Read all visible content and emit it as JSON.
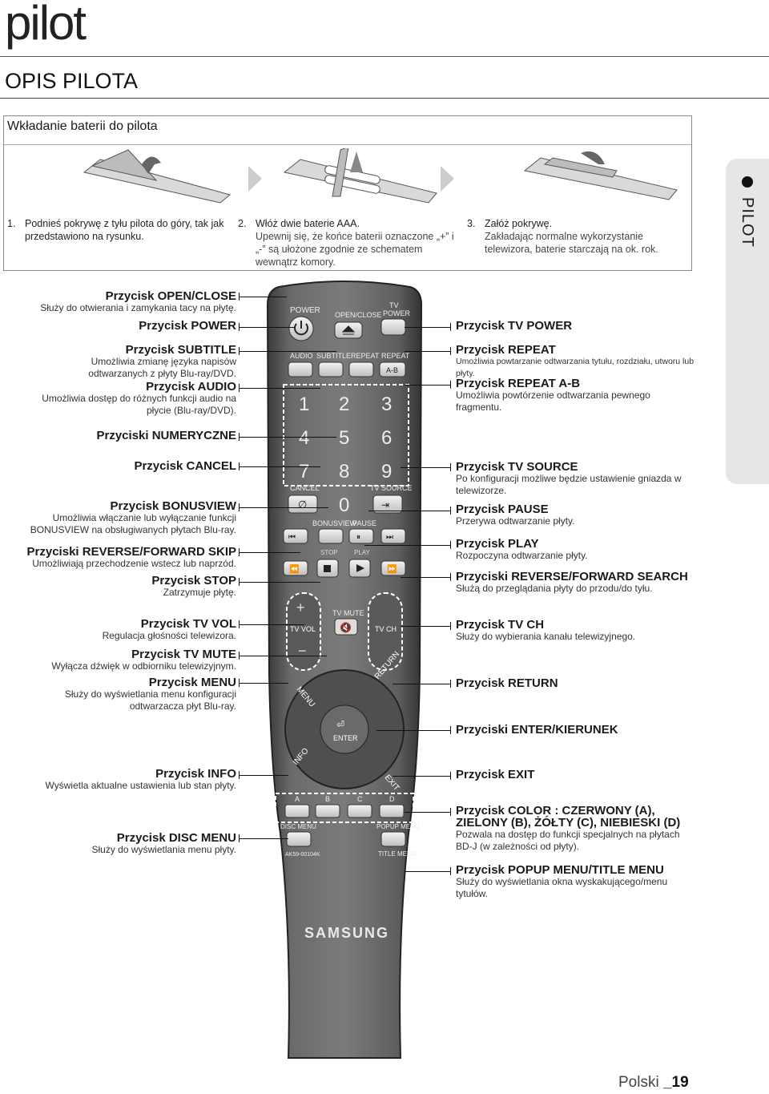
{
  "header": {
    "word": "pilot",
    "section_title": "OPIS PILOTA"
  },
  "battery": {
    "heading": "Wkładanie baterii do pilota",
    "steps": [
      {
        "num": "1.",
        "text": "Podnieś pokrywę z tyłu pilota do góry, tak jak przedstawiono na rysunku.",
        "sub": ""
      },
      {
        "num": "2.",
        "text": "Włóż dwie baterie AAA.",
        "sub": "Upewnij się, że końce baterii oznaczone „+” i „-” są ułożone zgodnie ze schematem wewnątrz komory."
      },
      {
        "num": "3.",
        "text": "Załóż pokrywę.",
        "sub": "Zakładając normalne wykorzystanie telewizora, baterie starczają na ok. rok."
      }
    ]
  },
  "side_tab": "PILOT",
  "remote": {
    "power": "POWER",
    "open_close": "OPEN/CLOSE",
    "tv_power_1": "TV",
    "tv_power_2": "POWER",
    "audio": "AUDIO",
    "subtitle": "SUBTITLE",
    "repeat": "REPEAT",
    "repeat2": "REPEAT",
    "ab": "A-B",
    "n1": "1",
    "n2": "2",
    "n3": "3",
    "n4": "4",
    "n5": "5",
    "n6": "6",
    "n7": "7",
    "n8": "8",
    "n9": "9",
    "n0": "0",
    "cancel": "CANCEL",
    "tv_source": "TV SOURCE",
    "bonusview": "BONUSVIEW",
    "pause": "PAUSE",
    "stop": "STOP",
    "play": "PLAY",
    "tv_mute": "TV MUTE",
    "tv_vol": "TV VOL",
    "tv_ch": "TV CH",
    "menu": "MENU",
    "return": "RETURN",
    "enter": "ENTER",
    "info": "INFO",
    "exit": "EXIT",
    "a": "A",
    "b": "B",
    "c": "C",
    "d": "D",
    "disc_menu": "DISC MENU",
    "popup_menu": "POPUP MENU",
    "title_menu": "TITLE MENU",
    "model": "AK59-00104K",
    "brand": "SAMSUNG"
  },
  "left_labels": [
    {
      "title": "Przycisk OPEN/CLOSE",
      "desc": "Służy do otwierania i zamykania tacy na płytę."
    },
    {
      "title": "Przycisk POWER",
      "desc": ""
    },
    {
      "title": "Przycisk SUBTITLE",
      "desc": "Umożliwia zmianę języka napisów odtwarzanych z płyty Blu-ray/DVD."
    },
    {
      "title": "Przycisk AUDIO",
      "desc": "Umożliwia dostęp do różnych funkcji audio na płycie (Blu-ray/DVD)."
    },
    {
      "title": "Przyciski NUMERYCZNE",
      "desc": ""
    },
    {
      "title": "Przycisk CANCEL",
      "desc": ""
    },
    {
      "title": "Przycisk BONUSVIEW",
      "desc": "Umożliwia włączanie lub wyłączanie funkcji BONUSVIEW na obsługiwanych płytach Blu-ray."
    },
    {
      "title": "Przyciski REVERSE/FORWARD SKIP",
      "desc": "Umożliwiają przechodzenie wstecz lub naprzód."
    },
    {
      "title": "Przycisk STOP",
      "desc": "Zatrzymuje płytę."
    },
    {
      "title": "Przycisk TV VOL",
      "desc": "Regulacja głośności telewizora."
    },
    {
      "title": "Przycisk TV MUTE",
      "desc": "Wyłącza dźwięk w odbiorniku telewizyjnym."
    },
    {
      "title": "Przycisk MENU",
      "desc": "Służy do wyświetlania menu konfiguracji odtwarzacza płyt Blu-ray."
    },
    {
      "title": "Przycisk INFO",
      "desc": "Wyświetla aktualne ustawienia lub stan płyty."
    },
    {
      "title": "Przycisk DISC MENU",
      "desc": "Służy do wyświetlania menu płyty."
    }
  ],
  "right_labels": [
    {
      "title": "Przycisk TV POWER",
      "desc": ""
    },
    {
      "title": "Przycisk REPEAT",
      "desc": "Umożliwia powtarzanie odtwarzania tytułu, rozdziału, utworu lub płyty."
    },
    {
      "title": "Przycisk REPEAT A-B",
      "desc": "Umożliwia powtórzenie odtwarzania pewnego fragmentu."
    },
    {
      "title": "Przycisk TV SOURCE",
      "desc": "Po konfiguracji możliwe będzie ustawienie gniazda w telewizorze."
    },
    {
      "title": "Przycisk PAUSE",
      "desc": "Przerywa odtwarzanie płyty."
    },
    {
      "title": "Przycisk PLAY",
      "desc": "Rozpoczyna odtwarzanie płyty."
    },
    {
      "title": "Przyciski REVERSE/FORWARD SEARCH",
      "desc": "Służą do przeglądania płyty do przodu/do tyłu."
    },
    {
      "title": "Przycisk TV CH",
      "desc": "Służy do wybierania kanału telewizyjnego."
    },
    {
      "title": "Przycisk RETURN",
      "desc": ""
    },
    {
      "title": "Przyciski ENTER/KIERUNEK",
      "desc": ""
    },
    {
      "title": "Przycisk EXIT",
      "desc": ""
    },
    {
      "title": "Przycisk COLOR : CZERWONY (A), ZIELONY (B), ŻÓŁTY (C), NIEBIESKI (D)",
      "desc": "Pozwala na dostęp do funkcji specjalnych na płytach BD-J (w zależności od płyty)."
    },
    {
      "title": "Przycisk POPUP MENU/TITLE MENU",
      "desc": "Służy do wyświetlania okna wyskakującego/menu tytułów."
    }
  ],
  "footer": {
    "lang": "Polski",
    "page": "_19"
  }
}
